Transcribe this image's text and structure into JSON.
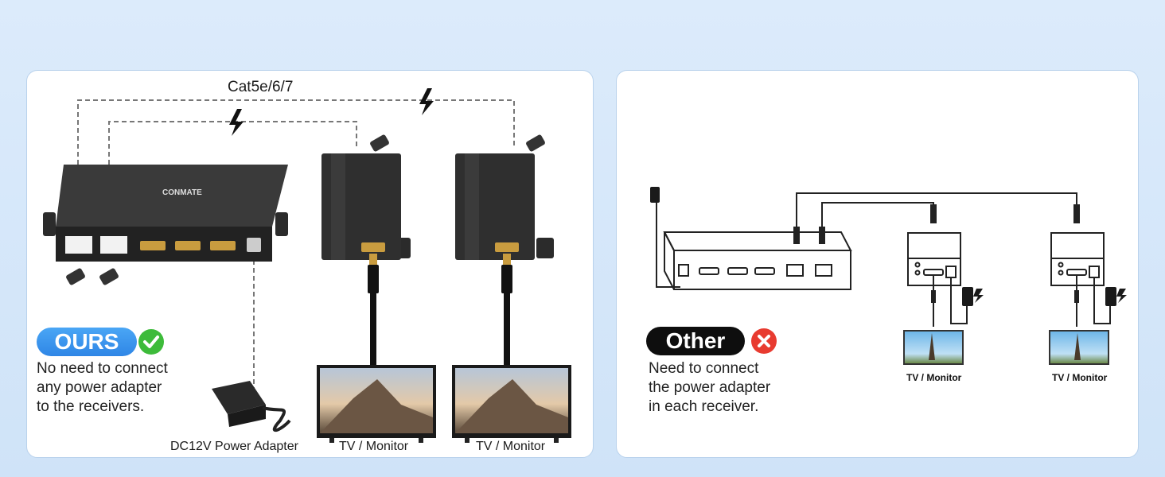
{
  "left_panel": {
    "cable_label": "Cat5e/6/7",
    "badge_label": "OURS",
    "status_icon": "check-circle-icon",
    "description_lines": [
      "No need to connect",
      "any power adapter",
      "to the receivers."
    ],
    "adapter_label": "DC12V Power Adapter",
    "tv_labels": [
      "TV / Monitor",
      "TV / Monitor"
    ],
    "brand_mark": "CONMATE"
  },
  "right_panel": {
    "badge_label": "Other",
    "status_icon": "x-circle-icon",
    "description_lines": [
      "Need to connect",
      "the power adapter",
      "in each receiver."
    ],
    "tv_labels": [
      "TV / Monitor",
      "TV / Monitor"
    ]
  },
  "colors": {
    "accent_blue": "#2f86e6",
    "check_green": "#3dbb3a",
    "x_red": "#e83b30",
    "dark_device": "#2a2a2a"
  }
}
